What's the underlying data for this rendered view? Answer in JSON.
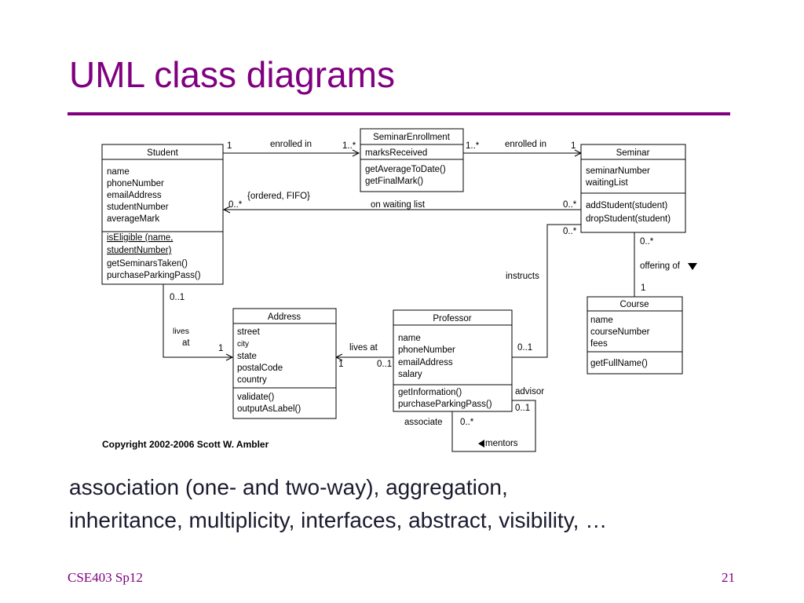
{
  "slide": {
    "title": "UML class diagrams",
    "body_lines": [
      "association (one- and two-way), aggregation,",
      "inheritance, multiplicity, interfaces, abstract, visibility, …"
    ],
    "footer_left": "CSE403 Sp12",
    "footer_right": "21",
    "accent_color": "#800080"
  },
  "diagram": {
    "copyright": "Copyright 2002-2006 Scott W. Ambler",
    "classes": [
      {
        "id": "student",
        "name": "Student",
        "attributes": [
          "name",
          "phoneNumber",
          "emailAddress",
          "studentNumber",
          "averageMark"
        ],
        "operations": [
          "isEligible (name,",
          "studentNumber)",
          "getSeminarsTaken()",
          "purchaseParkingPass()"
        ]
      },
      {
        "id": "seminar-enrollment",
        "name": "SeminarEnrollment",
        "attributes": [
          "marksReceived"
        ],
        "operations": [
          "getAverageToDate()",
          "getFinalMark()"
        ]
      },
      {
        "id": "seminar",
        "name": "Seminar",
        "attributes": [
          "seminarNumber",
          "waitingList"
        ],
        "operations": [
          "addStudent(student)",
          "dropStudent(student)"
        ]
      },
      {
        "id": "course",
        "name": "Course",
        "attributes": [
          "name",
          "courseNumber",
          "fees"
        ],
        "operations": [
          "getFullName()"
        ]
      },
      {
        "id": "address",
        "name": "Address",
        "attributes": [
          "street",
          "city",
          "state",
          "postalCode",
          "country"
        ],
        "operations": [
          "validate()",
          "outputAsLabel()"
        ]
      },
      {
        "id": "professor",
        "name": "Professor",
        "attributes": [
          "name",
          "phoneNumber",
          "emailAddress",
          "salary"
        ],
        "operations": [
          "getInformation()",
          "purchaseParkingPass()"
        ]
      }
    ],
    "labels": {
      "enrolled_in_1": "enrolled in",
      "enrolled_in_2": "enrolled in",
      "mult_student_enroll": "1",
      "mult_enroll_student": "1..*",
      "mult_enroll_seminar": "1..*",
      "mult_seminar_enroll": "1",
      "ordered_fifo": "{ordered, FIFO}",
      "on_waiting_list": "on waiting list",
      "mult_waiting_student": "0..*",
      "mult_waiting_seminar": "0..*",
      "mult_instructs_seminar": "0..*",
      "instructs": "instructs",
      "mult_instructs_professor": "0..1",
      "mult_offering_seminar": "0..*",
      "offering_of": "offering of",
      "mult_offering_course": "1",
      "mult_lives_student": "0..1",
      "lives": "lives",
      "at": "at",
      "mult_lives_address": "1",
      "lives_at": "lives at",
      "mult_prof_address": "1",
      "mult_prof_lives": "0..1",
      "advisor": "advisor",
      "mult_advisor": "0..1",
      "associate": "associate",
      "mult_associate": "0..*",
      "mentors": "mentors"
    }
  }
}
